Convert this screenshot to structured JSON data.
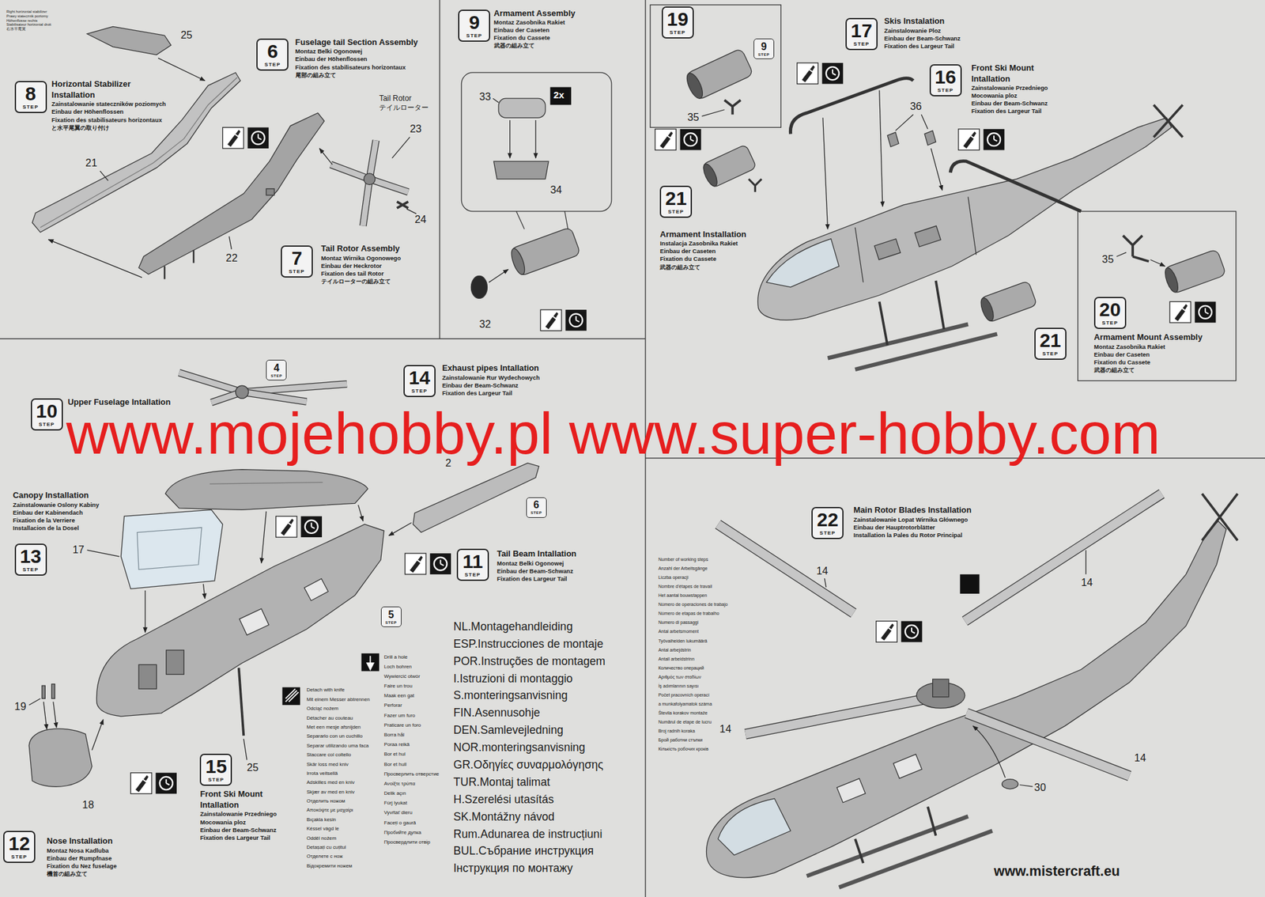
{
  "diagram": {
    "nodes": [
      {
        "text": [
          "8",
          "STEP"
        ]
      },
      {
        "text": [
          "6",
          "STEP"
        ]
      },
      {
        "text": [
          "7",
          "STEP"
        ]
      },
      {
        "text": [
          "9",
          "STEP"
        ]
      },
      {
        "text": [
          "19",
          "STEP"
        ]
      },
      {
        "text": [
          "9",
          "STEP"
        ]
      },
      {
        "text": [
          "17",
          "STEP"
        ]
      },
      {
        "text": [
          "16",
          "STEP"
        ]
      },
      {
        "text": [
          "21",
          "STEP"
        ]
      },
      {
        "text": [
          "20",
          "STEP"
        ]
      },
      {
        "text": [
          "21",
          "STEP"
        ]
      },
      {
        "text": [
          "10",
          "STEP"
        ]
      },
      {
        "text": [
          "4",
          "STEP"
        ]
      },
      {
        "text": [
          "14",
          "STEP"
        ]
      },
      {
        "text": [
          "13",
          "STEP"
        ]
      },
      {
        "text": [
          "6",
          "STEP"
        ]
      },
      {
        "text": [
          "11",
          "STEP"
        ]
      },
      {
        "text": [
          "5",
          "STEP"
        ]
      },
      {
        "text": [
          "15",
          "STEP"
        ]
      },
      {
        "text": [
          "12",
          "STEP"
        ]
      },
      {
        "text": [
          "22",
          "STEP"
        ]
      }
    ],
    "labels": [
      "Right horizontal stabilizer",
      "Prawy statecznik poziomy",
      "Höhenflosse rechts",
      "Stabilisateur horizontal droit",
      "右水平尾翼",
      "25",
      "Fuselage tail Section Assembly",
      "Montaz Belki Ogonowej",
      "Einbau der Höhenflossen",
      "Fixation des stabilisateurs horizontaux",
      "尾部の組み立て",
      "Horizontal Stabilizer Installation",
      "Zainstalowanie stateczników poziomych",
      "Einbau der Höhenflossen",
      "Fixation des stabilisateurs horizontaux",
      "と水平尾翼の取り付け",
      "Tail Rotor",
      "テイルローター",
      "23",
      "24",
      "21",
      "22",
      "Tail Rotor Assembly",
      "Montaz Wirnika Ogonowego",
      "Einbau der Heckrotor",
      "Fixation des tail Rotor",
      "テイルローターの組み立て",
      "Armament Assembly",
      "Montaz Zasobnika Rakiet",
      "Einbau der Caseten",
      "Fixation du Cassete",
      "武器の組み立て",
      "33",
      "2x",
      "34",
      "32",
      "35",
      "Skis Instalation",
      "Zainstalowanie Ploz",
      "Einbau der Beam-Schwanz",
      "Fixation des Largeur Tail",
      "Front Ski Mount Intallation",
      "Zainstalowanie Przedniego",
      "Mocowania ploz",
      "Einbau der Beam-Schwanz",
      "Fixation des Largeur Tail",
      "36",
      "Armament Installation",
      "Instalacja Zasobnika Rakiet",
      "Einbau der Caseten",
      "Fixation du Cassete",
      "武器の組み立て",
      "35",
      "Armament Mount Assembly",
      "Montaz Zasobnika Rakiet",
      "Einbau der Caseten",
      "Fixation du Cassete",
      "武器の組み立て",
      "Upper Fuselage Intallation",
      "Exhaust pipes Intallation",
      "Zainstalowanie Rur Wydechowych",
      "Einbau der Beam-Schwanz",
      "Fixation des Largeur Tail",
      "2",
      "www.mojehobby.pl www.super-hobby.com",
      "Canopy Installation",
      "Zainstalowanie Oslony Kabiny",
      "Einbau der Kabinendach",
      "Fixation de la Verriere",
      "Installacion de la Dosel",
      "17",
      "Tail Beam Intallation",
      "Montaz Belki Ogonowej",
      "Einbau der Beam-Schwanz",
      "Fixation des Largeur Tail",
      "19",
      "18",
      "25",
      "Front Ski Mount Intallation",
      "Zainstalowanie Przedniego",
      "Mocowania ploz",
      "Einbau der Beam-Schwanz",
      "Fixation des Largeur Tail",
      "Nose Installation",
      "Montaz Nosa Kadluba",
      "Einbau der Rumpfnase",
      "Fixation du Nez fuselage",
      "機首の組み立て",
      "Detach with knife",
      "Mit einem Messer abtrennen",
      "Odciąć nożem",
      "Détacher au couteau",
      "Met een mesje afsnijden",
      "Separarlo con un cuchillo",
      "Separar utilizando uma faca",
      "Staccare col coltello",
      "Skär loss med kniv",
      "Irrota veitsellä",
      "Adskilles med en kniv",
      "Skjær av med en kniv",
      "Отделить ножом",
      "Αποκόψτε με μαχαίρι",
      "Bıçakla kesin",
      "Késsel vágd le",
      "Odděl nožem",
      "Detașați cu cuțitul",
      "Отделете с нож",
      "Відокремити ножем",
      "Drill a hole",
      "Loch bohren",
      "Wywiercić otwór",
      "Faire un trou",
      "Maak een gat",
      "Perforar",
      "Fazer um furo",
      "Praticare un foro",
      "Borra hål",
      "Poraa reikä",
      "Bor et hul",
      "Bor et hull",
      "Просверлить отверстие",
      "Ανοίξτε τρύπα",
      "Delik açın",
      "Fúrj lyukat",
      "Vyvŕtať dieru",
      "Faceți o gaură",
      "Пробийте дупка",
      "Просвердлити отвір",
      "NL.Montagehandleiding",
      "ESP.Instrucciones de montaje",
      "POR.Instruções de montagem",
      "I.Istruzioni di montaggio",
      "S.monteringsanvisning",
      "FIN.Asennusohje",
      "DEN.Samlevejledning",
      "NOR.monteringsanvisning",
      "GR.Οδηγίες συναρμολόγησης",
      "TUR.Montaj talimat",
      "H.Szerelési utasítás",
      "SK.Montážny návod",
      "Rum.Adunarea de instrucțiuni",
      "BUL.Събрание инструкция",
      "Інструкция по монтажу",
      "Main Rotor Blades Installation",
      "Zainstalowanie Lopat Wirnika Głównego",
      "Einbau der Hauptrotorblätter",
      "Installation la Pales du Rotor Principal",
      "Number of working steps",
      "Anzahl der Arbeitsgänge",
      "Liczba operacji",
      "Nombre d'étapes de travail",
      "Het aantal bouwstappen",
      "Número de operaciones de trabajo",
      "Número de etapas de trabalho",
      "Numero di passaggi",
      "Antal arbetsmoment",
      "Työvaiheiden lukumäärä",
      "Antal arbejdstrin",
      "Antall arbeidstrinn",
      "Количество операций",
      "Αριθμός των σταδίων",
      "İş adımlarının sayısı",
      "Počet pracovních operací",
      "a munkafolyamatok száma",
      "Števila korakov montaže",
      "Numărul de etape de lucru",
      "Broj radnih koraka",
      "Брой работни стъпки",
      "Кількість робочих кроків",
      "14",
      "14",
      "14",
      "14",
      "30",
      "www.mistercraft.eu"
    ]
  }
}
